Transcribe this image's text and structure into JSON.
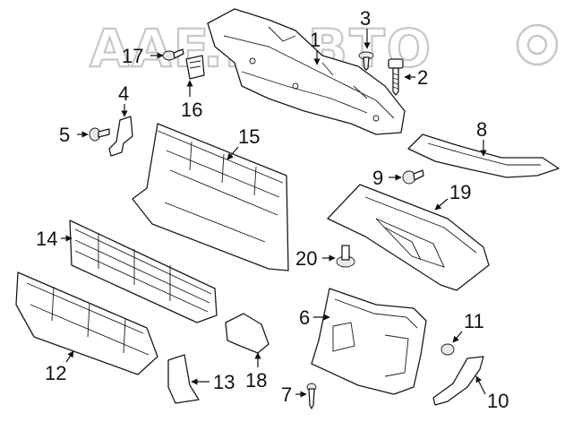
{
  "watermark": "AAF.BABTO",
  "callouts": [
    "1",
    "2",
    "3",
    "4",
    "5",
    "6",
    "7",
    "8",
    "9",
    "10",
    "11",
    "12",
    "13",
    "14",
    "15",
    "16",
    "17",
    "18",
    "19",
    "20"
  ]
}
